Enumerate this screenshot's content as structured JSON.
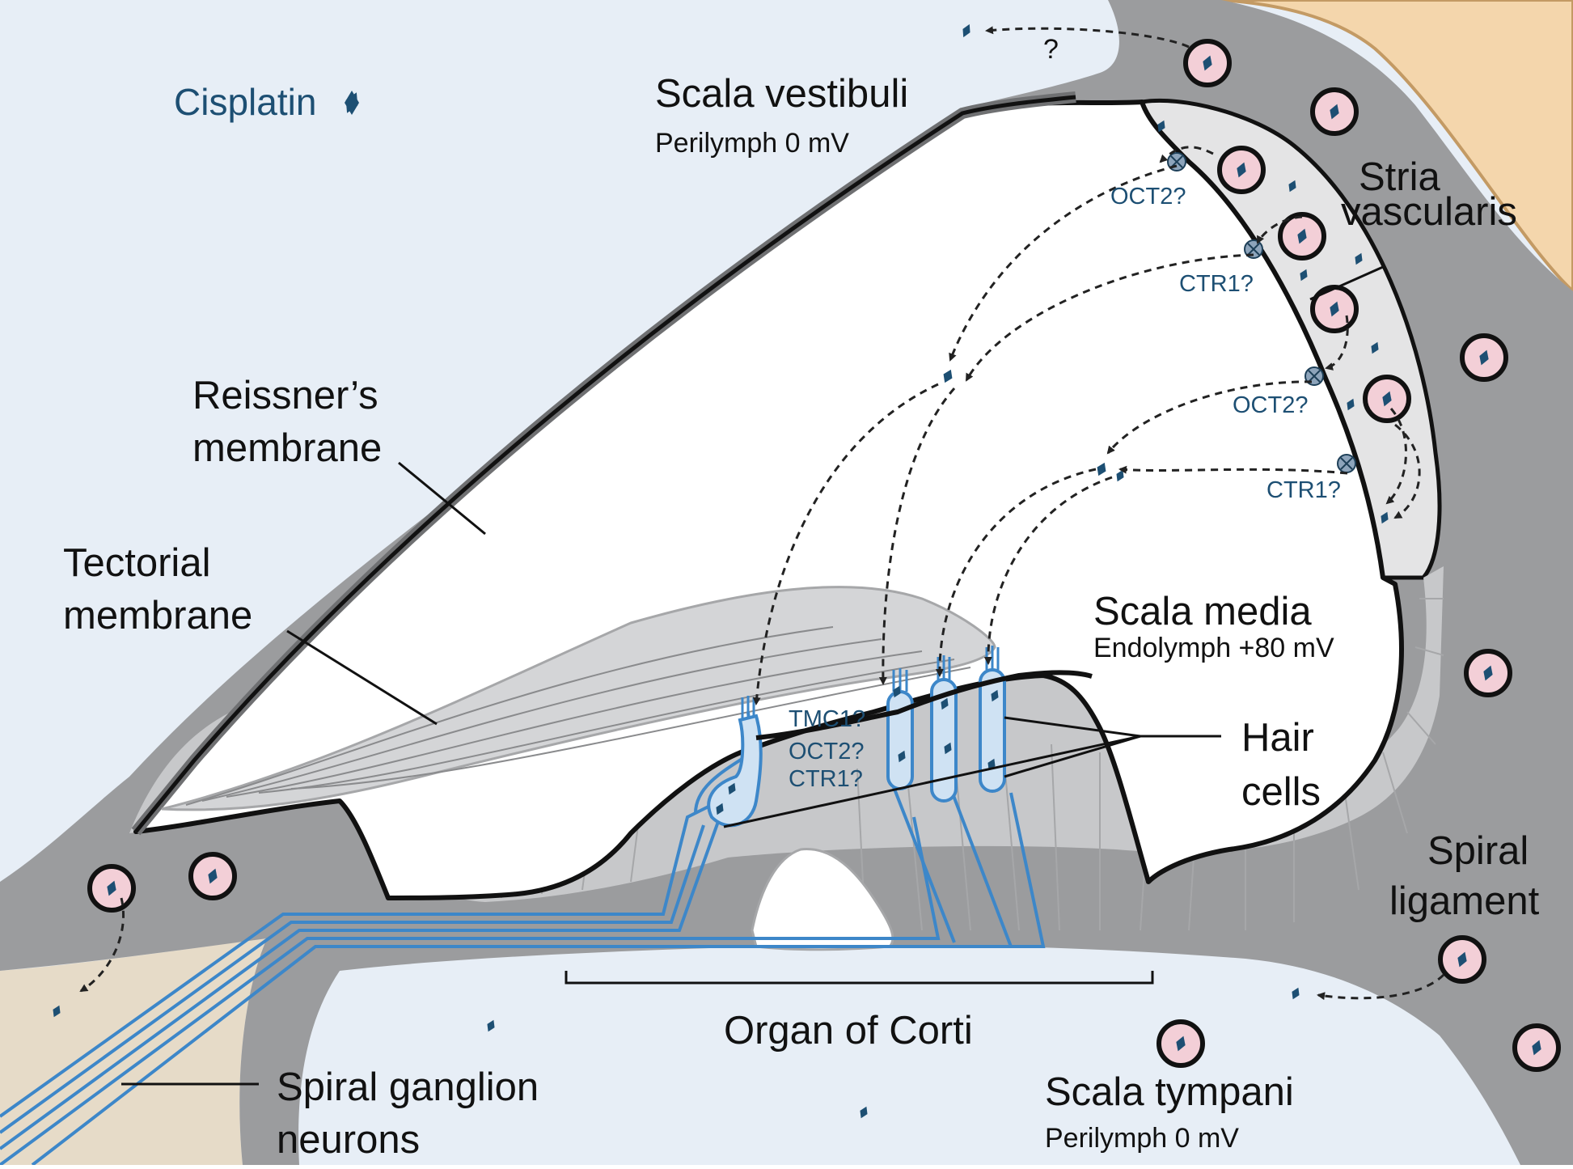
{
  "legend": {
    "cisplatin_label": "Cisplatin",
    "cisplatin_icon": "diamond-icon",
    "cisplatin_color": "#1d4f73"
  },
  "labels": {
    "scala_vestibuli": "Scala vestibuli",
    "sv_perilymph": "Perilymph 0 mV",
    "stria_vascularis": [
      "Stria",
      "vascularis"
    ],
    "reissners_membrane": [
      "Reissner’s",
      "membrane"
    ],
    "tectorial_membrane": [
      "Tectorial",
      "membrane"
    ],
    "scala_media": "Scala media",
    "sm_endolymph": "Endolymph +80 mV",
    "hair_cells": [
      "Hair",
      "cells"
    ],
    "spiral_ligament": [
      "Spiral",
      "ligament"
    ],
    "organ_of_corti": "Organ of Corti",
    "spiral_ganglion_neurons": [
      "Spiral ganglion",
      "neurons"
    ],
    "scala_tympani": "Scala tympani",
    "st_perilymph": "Perilymph 0 mV",
    "unknown_transport": "?"
  },
  "transporters": {
    "stria_upper_1": "OCT2?",
    "stria_upper_2": "CTR1?",
    "stria_lower_1": "OCT2?",
    "stria_lower_2": "CTR1?",
    "hair_cell_1": "TMC1?",
    "hair_cell_2": "OCT2?",
    "hair_cell_3": "CTR1?"
  },
  "colors": {
    "perilymph": "#e7eef6",
    "bone": "#9b9c9e",
    "stria": "#e4e4e5",
    "tissue": "#c7c8ca",
    "outer_tissue": "#f4d6ac",
    "ganglion_area": "#e6dbc8",
    "neuron": "#3d87c9",
    "hair_cell_fill": "#cfe2f3",
    "vessel_fill": "#f3cfd7",
    "drug": "#1d4f73"
  }
}
